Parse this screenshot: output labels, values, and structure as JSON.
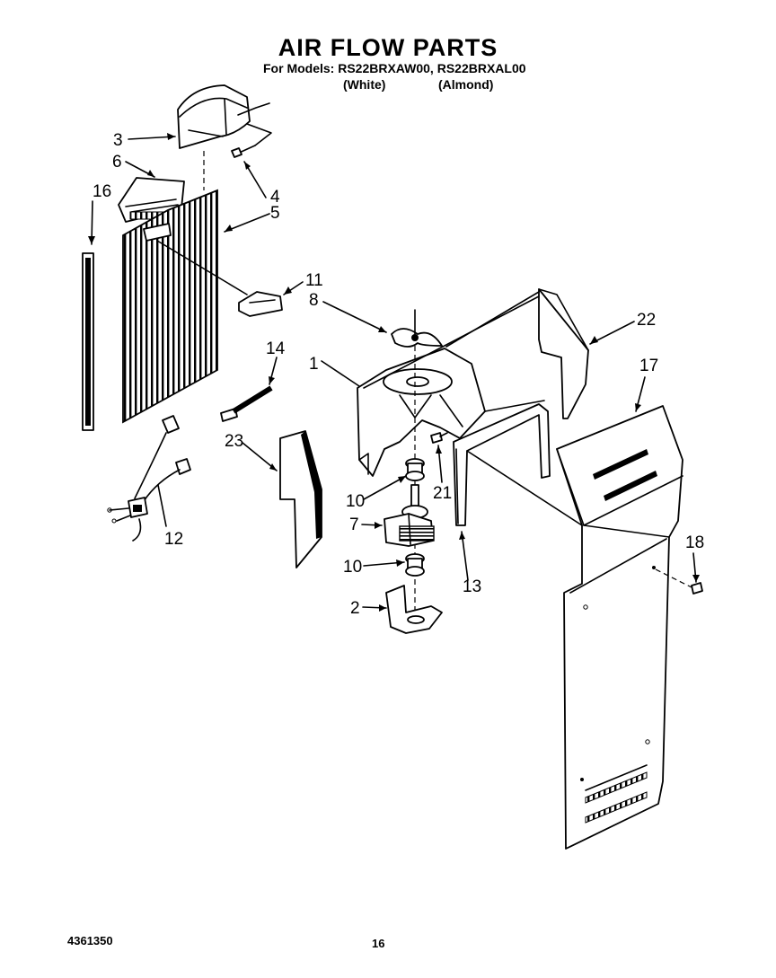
{
  "header": {
    "title": "AIR FLOW PARTS",
    "models_line": "For Models: RS22BRXAW00, RS22BRXAL00",
    "variant_white": "(White)",
    "variant_almond": "(Almond)"
  },
  "footer": {
    "doc_number": "4361350",
    "page_number": "16"
  },
  "callouts": {
    "c1": "1",
    "c2": "2",
    "c3": "3",
    "c4": "4",
    "c5": "5",
    "c6": "6",
    "c7": "7",
    "c8": "8",
    "c10a": "10",
    "c10b": "10",
    "c11": "11",
    "c12": "12",
    "c13": "13",
    "c14": "14",
    "c16": "16",
    "c17": "17",
    "c18": "18",
    "c21": "21",
    "c22": "22",
    "c23": "23"
  },
  "colors": {
    "ink": "#000000",
    "paper": "#ffffff"
  }
}
